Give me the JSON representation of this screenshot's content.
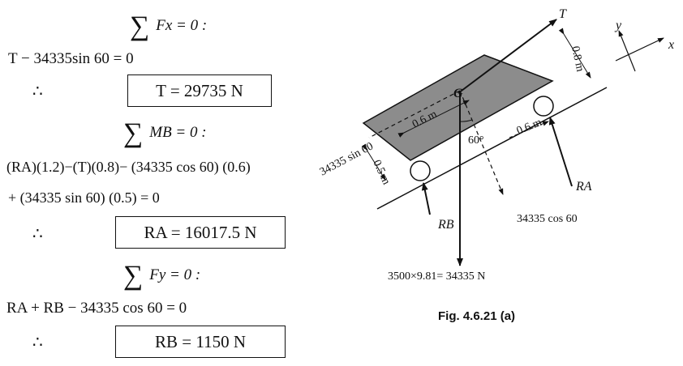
{
  "solution": {
    "sum_fx": "Fx = 0 :",
    "eq1": "T − 34335sin 60 = 0",
    "therefore": "∴",
    "result_T": "T = 29735 N",
    "sum_mb": "MB = 0 :",
    "eq2_line1": "(RA)(1.2)−(T)(0.8)− (34335 cos 60) (0.6)",
    "eq2_line2": "+ (34335 sin 60) (0.5) = 0",
    "result_RA": "RA = 16017.5 N",
    "sum_fy": "Fy = 0 :",
    "eq3": "RA + RB − 34335 cos 60 = 0",
    "result_RB": "RB = 1150 N"
  },
  "figure": {
    "label_T": "T",
    "label_G": "G",
    "label_y": "y",
    "label_x": "x",
    "dim_08": "0.8 m",
    "dim_06_top": "0.6 m",
    "dim_06_right": "0.6 m",
    "dim_05": "0.5 m",
    "angle": "60°",
    "label_sin": "34335 sin 60",
    "label_cos": "34335 cos 60",
    "label_RA": "RA",
    "label_RB": "RB",
    "label_weight": "3500×9.81= 34335 N",
    "caption": "Fig. 4.6.21 (a)"
  }
}
